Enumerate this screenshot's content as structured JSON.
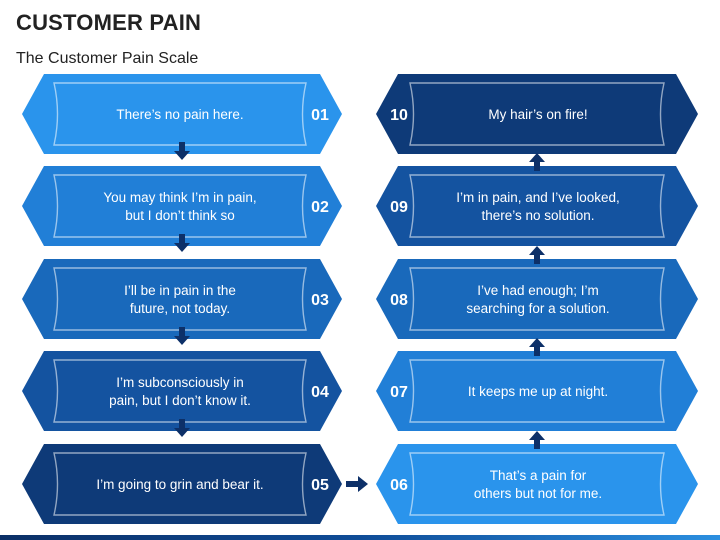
{
  "title": "CUSTOMER PAIN",
  "subtitle": "The Customer Pain Scale",
  "steps": [
    {
      "number": "01",
      "lines": [
        "There’s no pain here."
      ],
      "color": "#2a94ec"
    },
    {
      "number": "02",
      "lines": [
        "You may think I’m in pain,",
        "but I don’t think so"
      ],
      "color": "#217fd7"
    },
    {
      "number": "03",
      "lines": [
        "I’ll be in pain in the",
        "future, not today."
      ],
      "color": "#1969bb"
    },
    {
      "number": "04",
      "lines": [
        "I’m subconsciously in",
        "pain, but I don’t know it."
      ],
      "color": "#1453a0"
    },
    {
      "number": "05",
      "lines": [
        "I’m going to grin and bear it."
      ],
      "color": "#0e3a78"
    },
    {
      "number": "06",
      "lines": [
        "That’s a pain for",
        "others but not for me."
      ],
      "color": "#2a94ec"
    },
    {
      "number": "07",
      "lines": [
        "It keeps me up at night."
      ],
      "color": "#217fd7"
    },
    {
      "number": "08",
      "lines": [
        "I’ve had enough; I’m",
        "searching for a solution."
      ],
      "color": "#1969bb"
    },
    {
      "number": "09",
      "lines": [
        "I’m in pain, and I’ve looked,",
        "there’s no solution."
      ],
      "color": "#1453a0"
    },
    {
      "number": "10",
      "lines": [
        "My hair’s on fire!"
      ],
      "color": "#0e3a78"
    }
  ],
  "arrow_color": "#0d3068"
}
